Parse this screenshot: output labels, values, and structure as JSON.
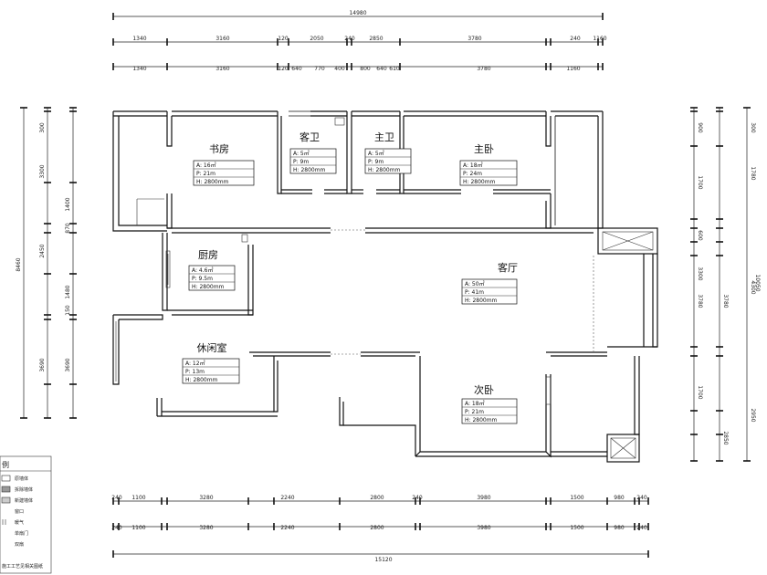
{
  "rooms": [
    {
      "id": "study",
      "name": "书房",
      "area": "A: 16㎡",
      "perimeter": "P: 21m",
      "height": "H: 2800mm"
    },
    {
      "id": "guest-bath",
      "name": "客卫",
      "area": "A: 5㎡",
      "perimeter": "P: 9m",
      "height": "H: 2800mm"
    },
    {
      "id": "master-bath",
      "name": "主卫",
      "area": "A: 5㎡",
      "perimeter": "P: 9m",
      "height": "H: 2800mm"
    },
    {
      "id": "master-bedroom",
      "name": "主卧",
      "area": "A: 18㎡",
      "perimeter": "P: 24m",
      "height": "H: 2800mm"
    },
    {
      "id": "kitchen",
      "name": "厨房",
      "area": "A: 4.6㎡",
      "perimeter": "P: 9.5m",
      "height": "H: 2800mm"
    },
    {
      "id": "living-room",
      "name": "客厅",
      "area": "A: 50㎡",
      "perimeter": "P: 41m",
      "height": "H: 2800mm"
    },
    {
      "id": "leisure-room",
      "name": "休闲室",
      "area": "A: 12㎡",
      "perimeter": "P: 13m",
      "height": "H: 2800mm"
    },
    {
      "id": "second-bedroom",
      "name": "次卧",
      "area": "A: 18㎡",
      "perimeter": "P: 21m",
      "height": "H: 2800mm"
    }
  ],
  "dimensions": {
    "top_total": "14980",
    "top_row1": [
      "1340",
      "3160",
      "120",
      "2050",
      "240",
      "2850",
      "3780",
      "240",
      "1160"
    ],
    "top_row2": [
      "1340",
      "3160",
      "120",
      "640",
      "770",
      "400",
      "800",
      "640",
      "610",
      "3780",
      "1160"
    ],
    "bottom_row1": [
      "240",
      "1100",
      "3280",
      "2240",
      "2800",
      "240",
      "3980",
      "1500",
      "980",
      "240"
    ],
    "bottom_row2": [
      "240",
      "1100",
      "3280",
      "2240",
      "2800",
      "3980",
      "1500",
      "980",
      "240"
    ],
    "bottom_total": "15120",
    "left_total": "8460",
    "left_row1": [
      "300",
      "3300",
      "1400",
      "870",
      "2450",
      "1480",
      "150",
      "3690",
      "3690"
    ],
    "right_total": "10050",
    "right_row1": [
      "900",
      "1700",
      "3300",
      "600",
      "3780",
      "3780",
      "1700",
      "2850"
    ],
    "right_row2": [
      "300",
      "1780",
      "4300",
      "2950"
    ]
  },
  "legend": {
    "title": "例",
    "items": [
      "原墙体",
      "拆除墙体",
      "新建墙体",
      "窗口",
      "暖气",
      "单扇门",
      "双扇"
    ],
    "footnote": "施工工艺见相关图纸"
  }
}
